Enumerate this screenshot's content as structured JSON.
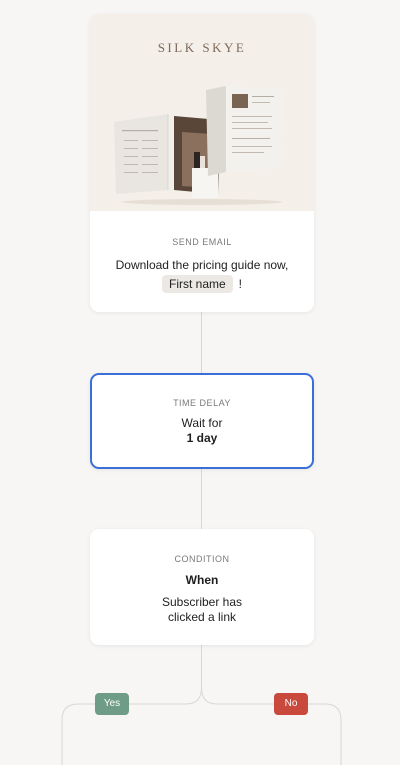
{
  "email_step": {
    "brand": "SILK SKYE",
    "label": "SEND EMAIL",
    "text_line1": "Download the pricing guide now,",
    "merge_tag": "First name",
    "text_suffix": "!"
  },
  "delay_step": {
    "label": "TIME DELAY",
    "line1": "Wait for",
    "value": "1 day"
  },
  "condition_step": {
    "label": "CONDITION",
    "when": "When",
    "line1": "Subscriber has",
    "line2": "clicked a link"
  },
  "branches": {
    "yes_label": "Yes",
    "no_label": "No"
  },
  "colors": {
    "background": "#f7f6f4",
    "selected_border": "#3a6fd8",
    "yes": "#6f9c84",
    "no": "#c9493c",
    "brand_preview_bg": "#f4efe8"
  }
}
